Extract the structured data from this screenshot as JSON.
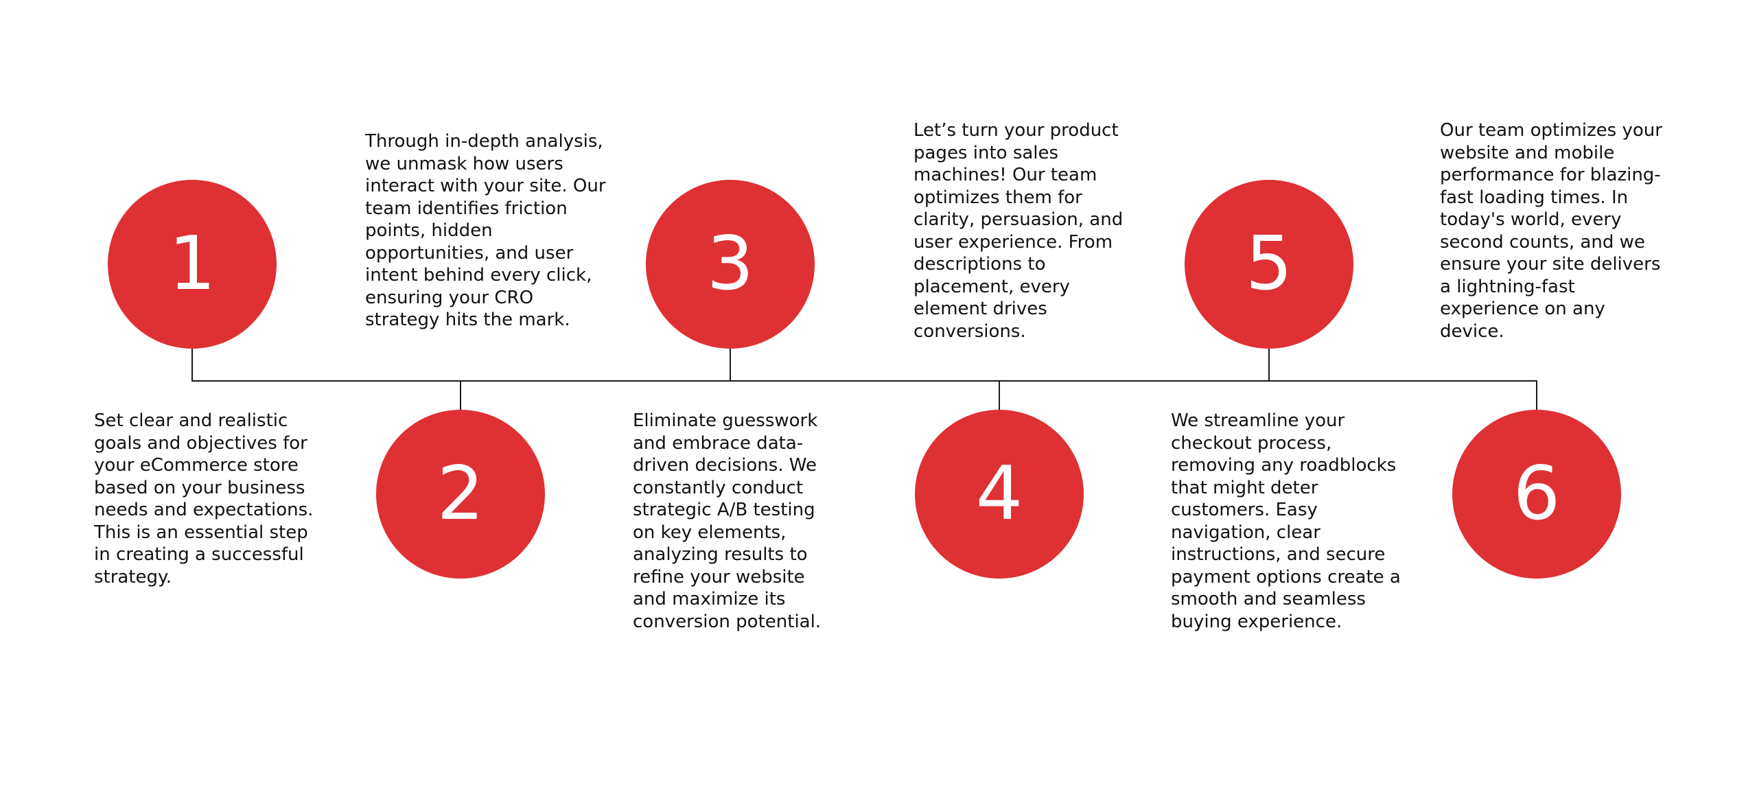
{
  "colors": {
    "circle": "#df3033",
    "number": "#ffffff",
    "text": "#111111",
    "line": "#1a1a1a"
  },
  "steps": [
    {
      "number": "1",
      "text": "Set clear and realistic goals and objectives for your eCommerce store based on your business needs and expectations. This is an essential step in creating a successful strategy."
    },
    {
      "number": "2",
      "text": "Through in-depth analysis, we unmask how users interact with your site. Our team identifies friction points, hidden opportunities, and user intent behind every click, ensuring your CRO strategy hits the mark."
    },
    {
      "number": "3",
      "text": "Eliminate guesswork and embrace data-driven decisions. We constantly conduct strategic A/B testing on key elements, analyzing results to refine your website and maximize its conversion potential."
    },
    {
      "number": "4",
      "text": "Let’s turn your product pages into sales machines! Our team optimizes them for clarity, persuasion, and user experience. From descriptions to placement, every element drives conversions."
    },
    {
      "number": "5",
      "text": "We streamline your checkout process, removing any roadblocks that might deter customers. Easy navigation, clear instructions, and secure payment options create a smooth and seamless buying experience."
    },
    {
      "number": "6",
      "text": "Our team optimizes your website and mobile performance for blazing-fast loading times. In today's world, every second counts, and we ensure your site delivers a lightning-fast experience on any device."
    }
  ]
}
